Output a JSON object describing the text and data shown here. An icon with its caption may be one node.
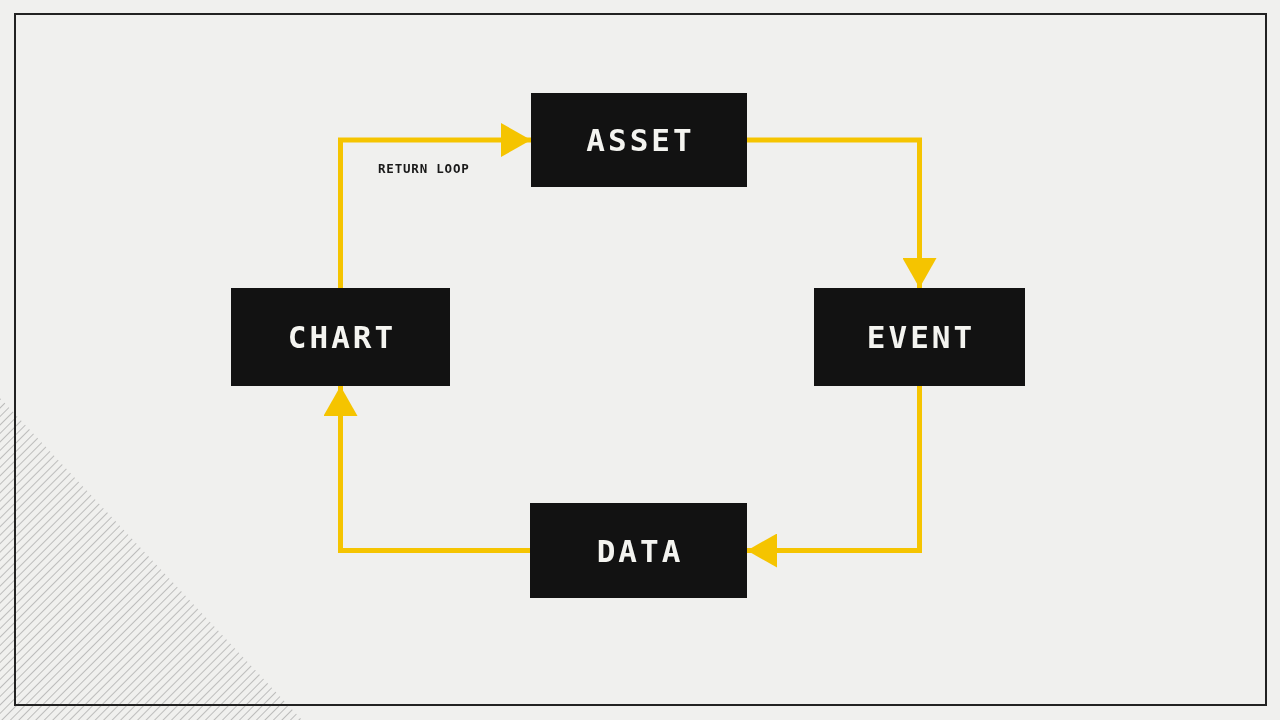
{
  "diagram": {
    "nodes": [
      {
        "text": [
          "ASSET"
        ]
      },
      {
        "text": [
          "CHART"
        ]
      },
      {
        "text": [
          "EVENT"
        ]
      },
      {
        "text": [
          "DATA"
        ]
      }
    ],
    "edges": [
      {
        "from": 0,
        "to": 2,
        "arrow": "to"
      },
      {
        "from": 2,
        "to": 3,
        "arrow": "to"
      },
      {
        "from": 3,
        "to": 1,
        "arrow": "to"
      },
      {
        "from": 1,
        "to": 0,
        "arrow": "to",
        "label": "RETURN LOOP"
      }
    ]
  }
}
